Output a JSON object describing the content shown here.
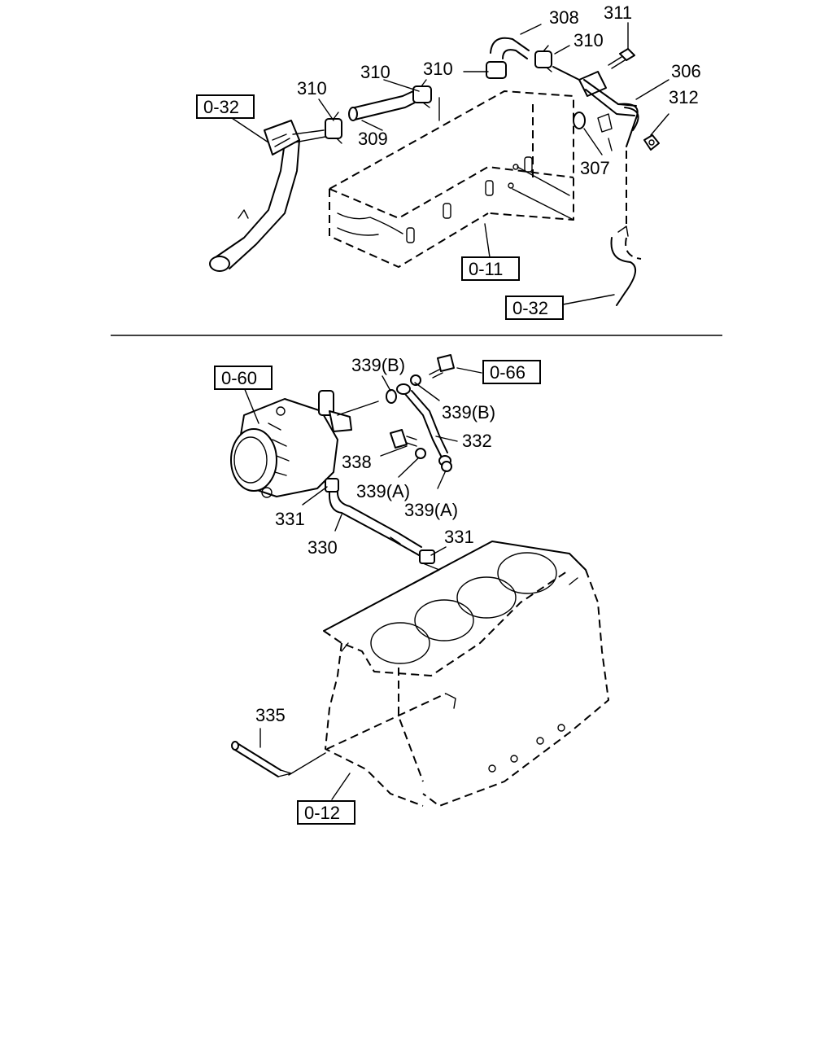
{
  "labels": {
    "p308": "308",
    "p311": "311",
    "p310a": "310",
    "p310b": "310",
    "p310c": "310",
    "p310d": "310",
    "p306": "306",
    "p312": "312",
    "p309": "309",
    "p307": "307",
    "p339b1": "339(B)",
    "p339b2": "339(B)",
    "p332": "332",
    "p338": "338",
    "p339a1": "339(A)",
    "p339a2": "339(A)",
    "p331a": "331",
    "p331b": "331",
    "p330": "330",
    "p335": "335"
  },
  "refs": {
    "r032a": "0-32",
    "r011": "0-11",
    "r032b": "0-32",
    "r060": "0-60",
    "r066": "0-66",
    "r012": "0-12"
  }
}
